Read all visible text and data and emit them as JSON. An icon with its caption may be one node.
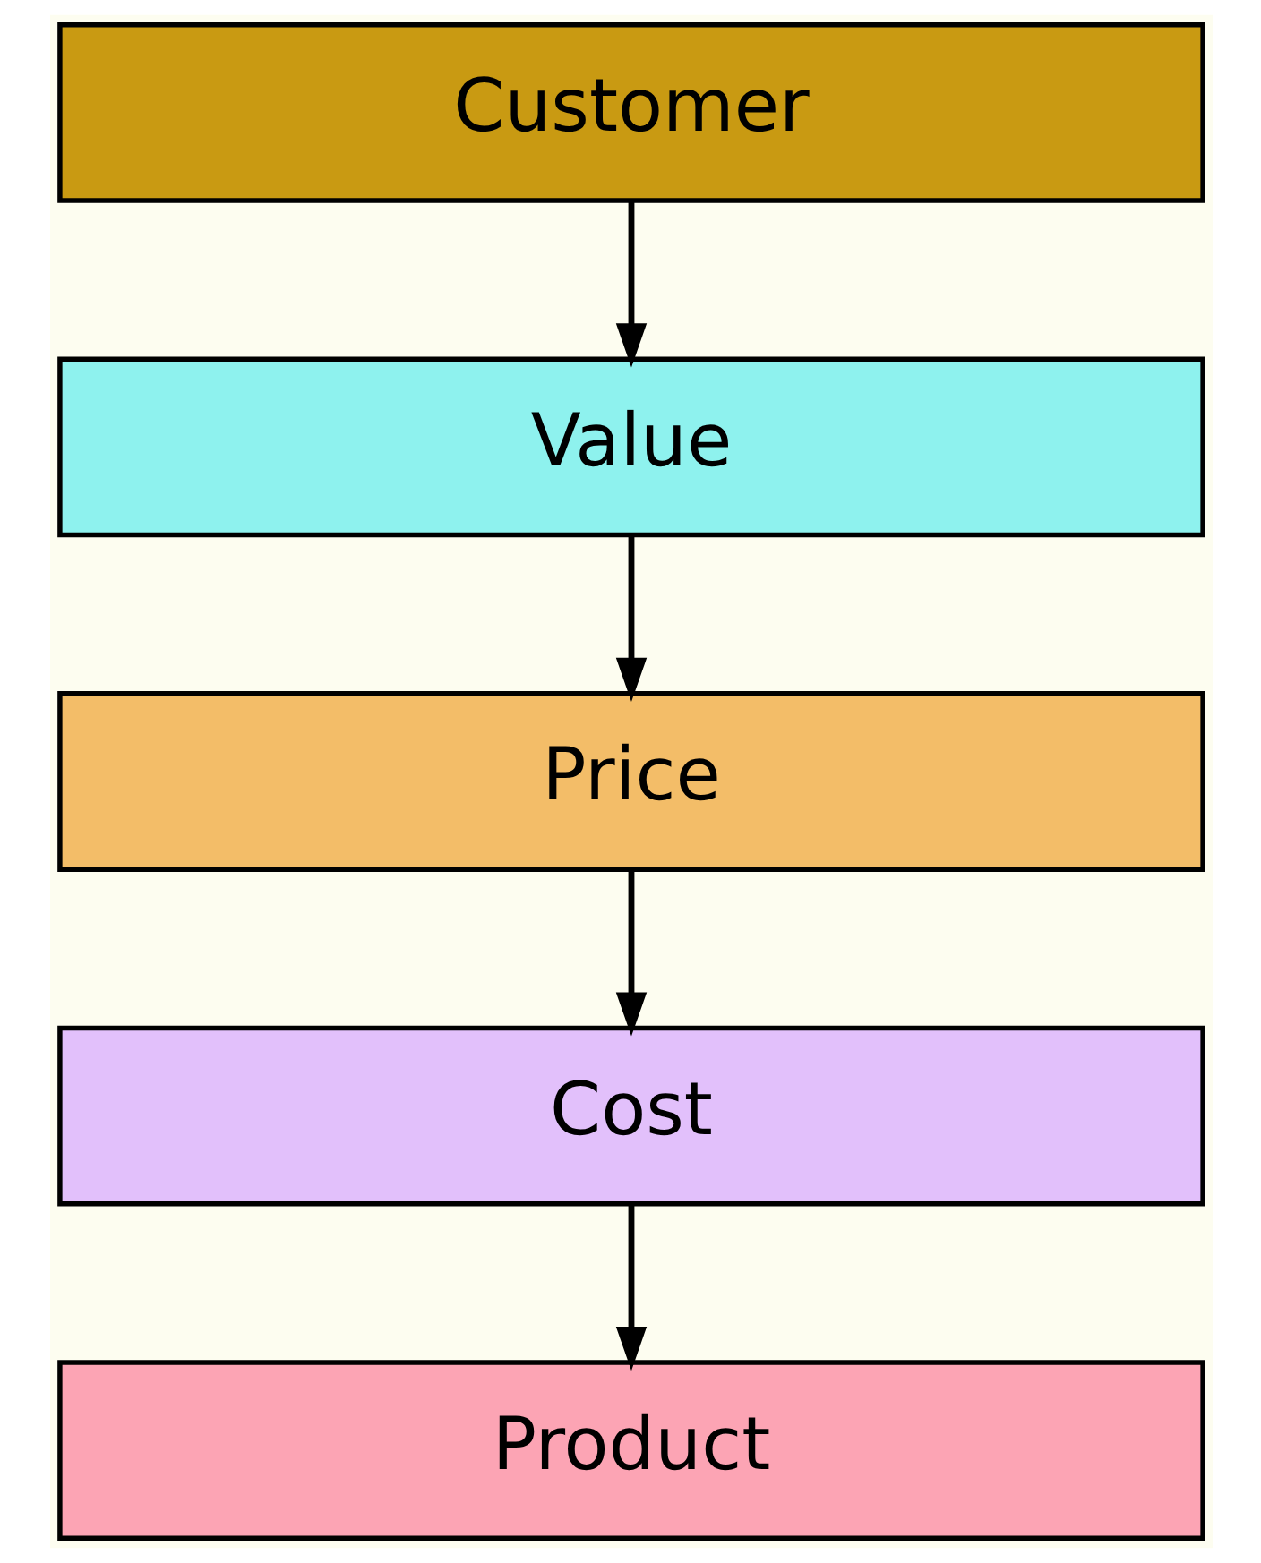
{
  "diagram": {
    "nodes": [
      {
        "text": [
          "Customer"
        ]
      },
      {
        "text": [
          "Value"
        ]
      },
      {
        "text": [
          "Price"
        ]
      },
      {
        "text": [
          "Cost"
        ]
      },
      {
        "text": [
          "Product"
        ]
      }
    ],
    "edges": [
      {
        "from": 0,
        "to": 1,
        "arrow": "to"
      },
      {
        "from": 1,
        "to": 2,
        "arrow": "to"
      },
      {
        "from": 2,
        "to": 3,
        "arrow": "to"
      },
      {
        "from": 3,
        "to": 4,
        "arrow": "to"
      }
    ]
  }
}
